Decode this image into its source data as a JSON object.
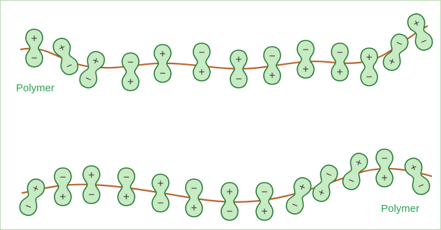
{
  "labels": {
    "top": "Polymer",
    "bottom": "Polymer"
  },
  "symbols": {
    "positive": "+",
    "negative": "−"
  },
  "colors": {
    "chain": "#b8652b",
    "dipole_fill": "#c7ebc2",
    "dipole_stroke": "#2b7a3a",
    "label": "#2ea34f",
    "frame": "#b9d8b3"
  },
  "chains": [
    {
      "name": "top-polymer",
      "dipoles": [
        {
          "top": "positive",
          "tilt": "upright"
        },
        {
          "top": "positive",
          "tilt": "left"
        },
        {
          "top": "positive",
          "tilt": "right"
        },
        {
          "top": "negative",
          "tilt": "upright"
        },
        {
          "top": "positive",
          "tilt": "upright"
        },
        {
          "top": "negative",
          "tilt": "upright"
        },
        {
          "top": "positive",
          "tilt": "upright"
        },
        {
          "top": "negative",
          "tilt": "upright"
        },
        {
          "top": "negative",
          "tilt": "upright"
        },
        {
          "top": "negative",
          "tilt": "upright"
        },
        {
          "top": "positive",
          "tilt": "upright"
        },
        {
          "top": "negative",
          "tilt": "right"
        },
        {
          "top": "positive",
          "tilt": "left"
        }
      ]
    },
    {
      "name": "bottom-polymer",
      "dipoles": [
        {
          "top": "positive",
          "tilt": "right"
        },
        {
          "top": "negative",
          "tilt": "upright"
        },
        {
          "top": "positive",
          "tilt": "upright"
        },
        {
          "top": "negative",
          "tilt": "upright"
        },
        {
          "top": "positive",
          "tilt": "upright"
        },
        {
          "top": "negative",
          "tilt": "upright"
        },
        {
          "top": "positive",
          "tilt": "upright"
        },
        {
          "top": "negative",
          "tilt": "upright"
        },
        {
          "top": "positive",
          "tilt": "right"
        },
        {
          "top": "negative",
          "tilt": "right"
        },
        {
          "top": "positive",
          "tilt": "right"
        },
        {
          "top": "negative",
          "tilt": "upright"
        },
        {
          "top": "positive",
          "tilt": "left"
        }
      ]
    }
  ]
}
